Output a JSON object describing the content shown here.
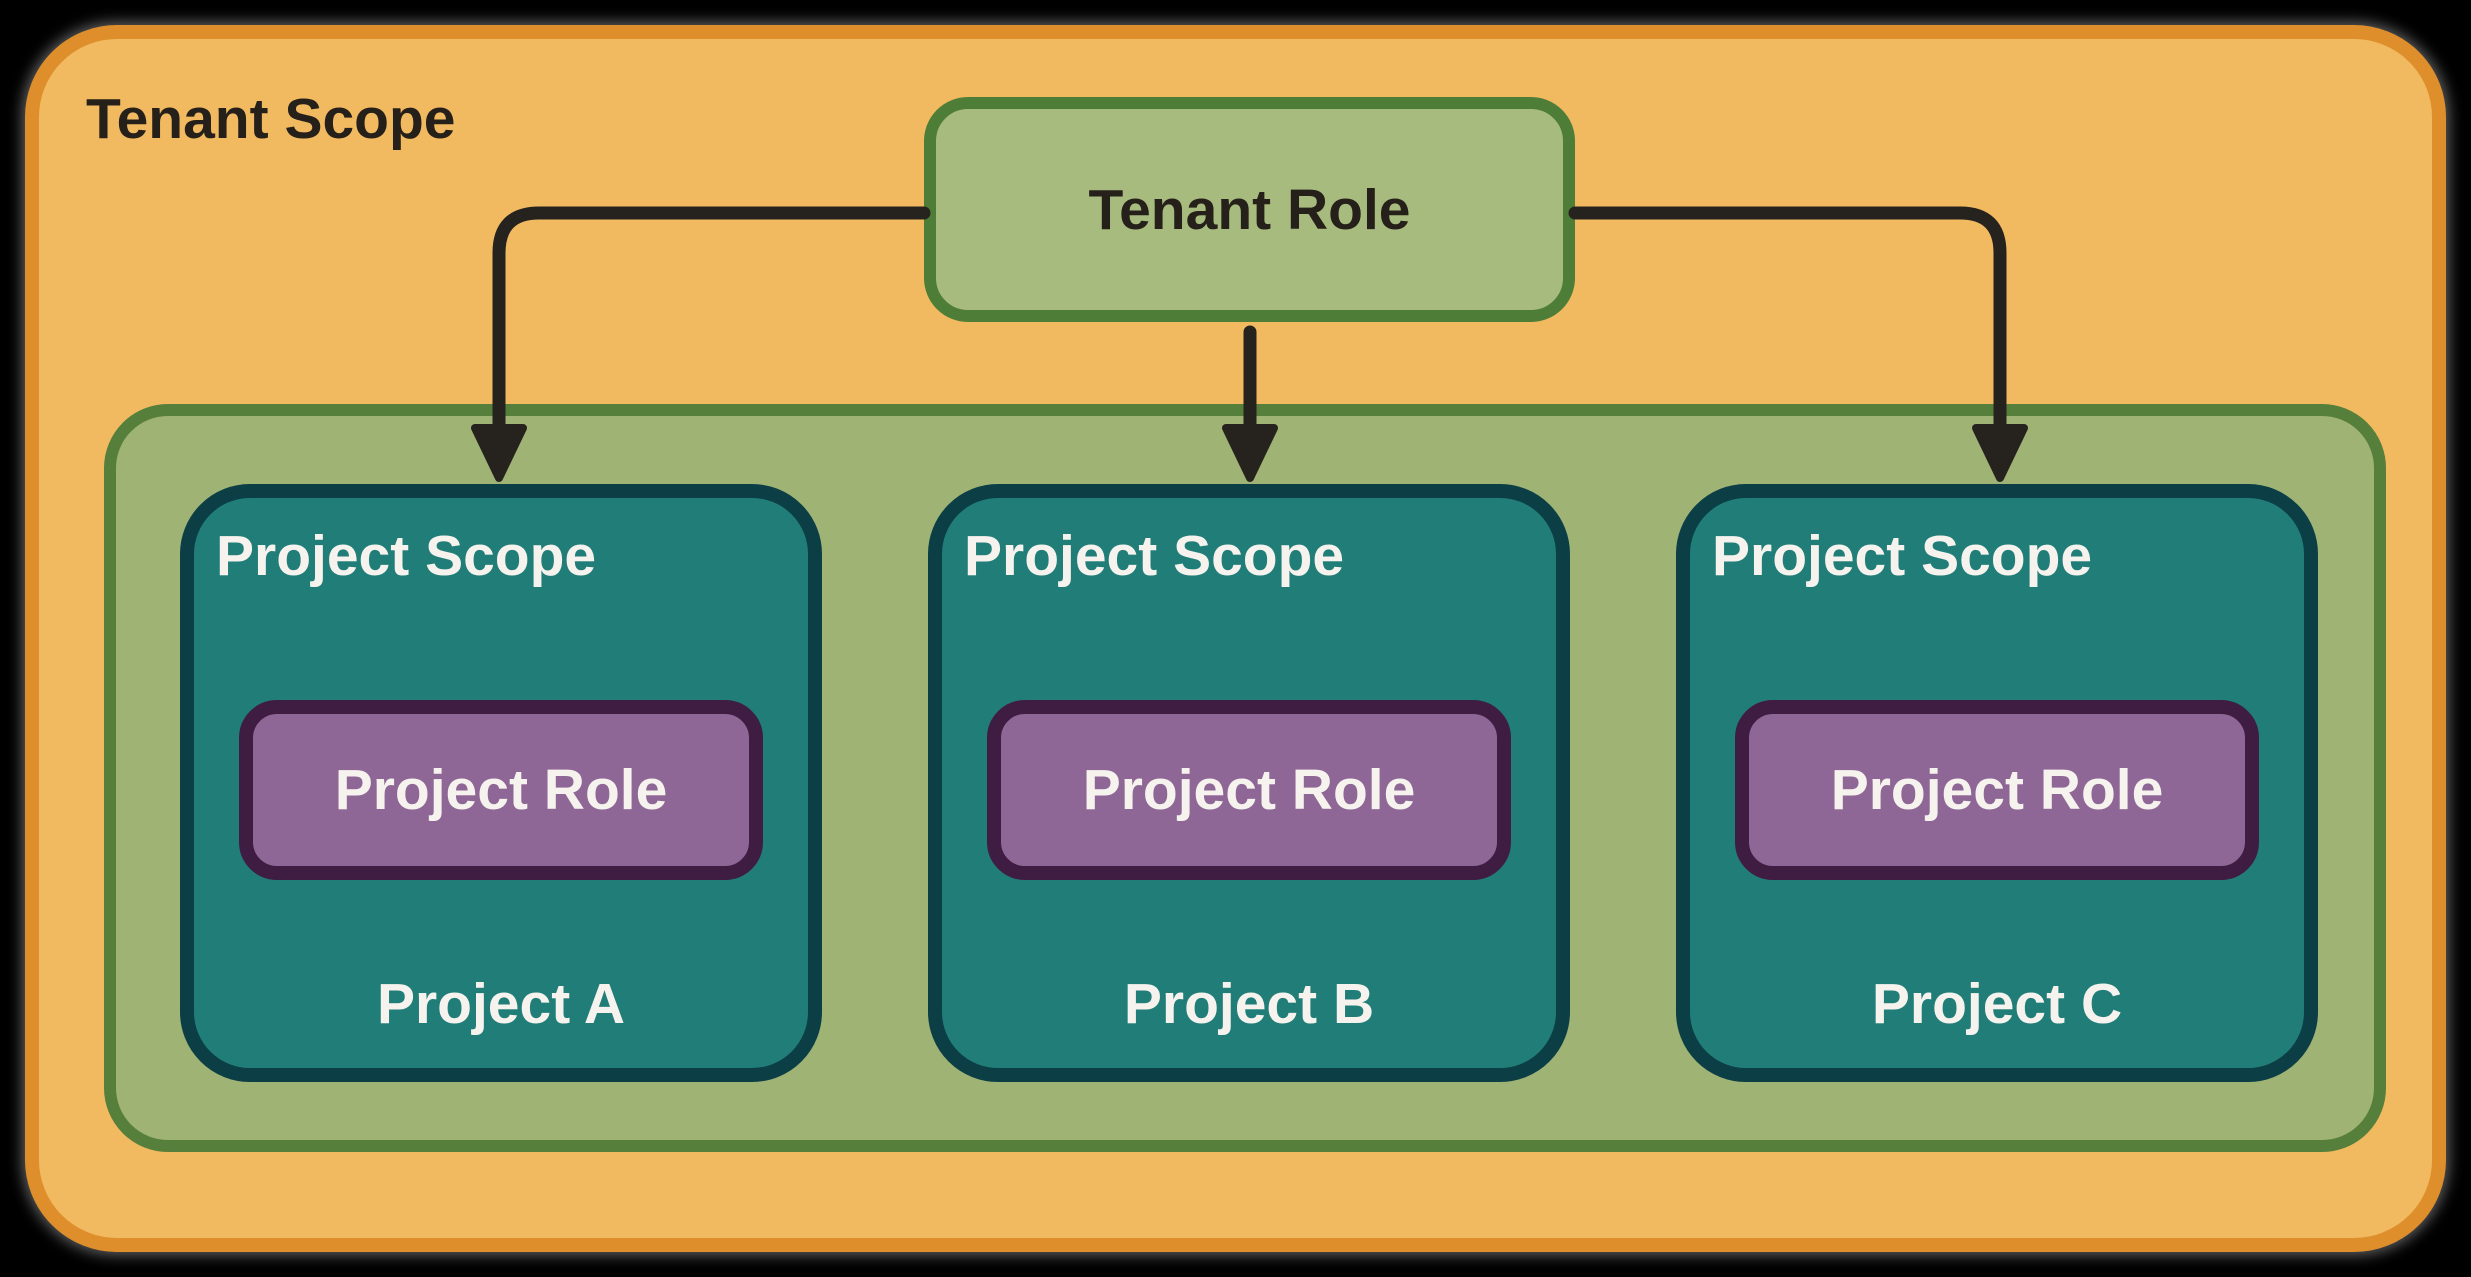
{
  "diagram": {
    "tenant_scope_label": "Tenant Scope",
    "tenant_role_label": "Tenant Role",
    "projects": [
      {
        "scope_label": "Project Scope",
        "role_label": "Project Role",
        "name": "Project A"
      },
      {
        "scope_label": "Project Scope",
        "role_label": "Project Role",
        "name": "Project B"
      },
      {
        "scope_label": "Project Scope",
        "role_label": "Project Role",
        "name": "Project C"
      }
    ],
    "icons": {
      "arrow": "down-arrow"
    }
  },
  "colors": {
    "page_bg": "#000000",
    "tenant_fill": "#f2ba60",
    "tenant_border": "#de8f2c",
    "dark_text": "#26201a",
    "role_fill": "#a7bb7e",
    "role_border": "#4e7d38",
    "container_fill": "#9fb374",
    "container_border": "#557f3a",
    "project_fill": "#217d78",
    "project_border": "#0c3e46",
    "purple_fill": "#8f6796",
    "purple_border": "#3f1c41",
    "light_text": "#f6f3ee",
    "arrow": "#26221e",
    "shadow": "#8a8a8a"
  }
}
